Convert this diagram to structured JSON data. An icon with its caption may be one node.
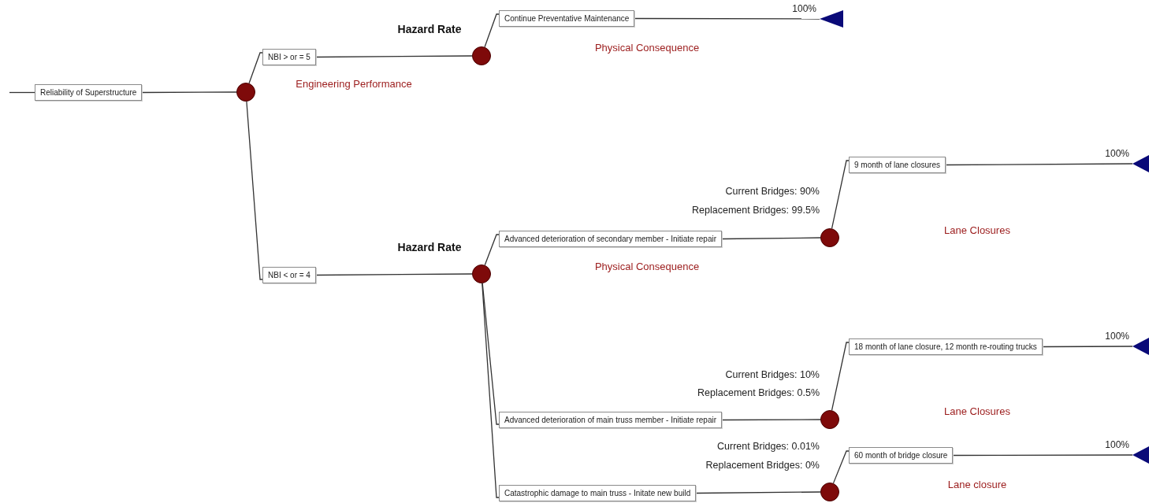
{
  "diagram": {
    "nodes": [
      {
        "text": [
          "Reliability of Superstructure"
        ]
      },
      {
        "text": [],
        "shape": "circle"
      },
      {
        "text": [
          "NBI > or = 5"
        ]
      },
      {
        "text": [
          "NBI < or = 4"
        ]
      },
      {
        "text": [],
        "shape": "circle"
      },
      {
        "text": [],
        "shape": "circle"
      },
      {
        "text": [
          "Continue Preventative Maintenance"
        ]
      },
      {
        "text": [],
        "shape": "triangle",
        "beside": [
          "100%"
        ]
      },
      {
        "text": [
          "Advanced deterioration of secondary member - Initiate repair"
        ]
      },
      {
        "text": [
          "Advanced deterioration of main truss member - Initiate repair"
        ]
      },
      {
        "text": [
          "Catastrophic damage to main truss - Initate new build"
        ]
      },
      {
        "text": [],
        "shape": "circle"
      },
      {
        "text": [],
        "shape": "circle"
      },
      {
        "text": [],
        "shape": "circle"
      },
      {
        "text": [
          "9 month of lane closures"
        ]
      },
      {
        "text": [
          "18 month of lane closure, 12 month re-routing trucks"
        ]
      },
      {
        "text": [
          "60 month of bridge closure"
        ]
      },
      {
        "text": [],
        "shape": "triangle",
        "beside": [
          "100%"
        ]
      },
      {
        "text": [],
        "shape": "triangle",
        "beside": [
          "100%"
        ]
      },
      {
        "text": [],
        "shape": "triangle",
        "beside": [
          "100%"
        ]
      }
    ],
    "edges": [
      {
        "from": null,
        "to": 0,
        "arrow": "none"
      },
      {
        "from": 0,
        "to": 1,
        "arrow": "none"
      },
      {
        "from": 1,
        "to": 2,
        "arrow": "none"
      },
      {
        "from": 1,
        "to": 3,
        "arrow": "none"
      },
      {
        "from": 2,
        "to": 4,
        "arrow": "none"
      },
      {
        "from": 3,
        "to": 5,
        "arrow": "none"
      },
      {
        "from": 4,
        "to": 6,
        "arrow": "none"
      },
      {
        "from": 6,
        "to": 7,
        "arrow": "none"
      },
      {
        "from": 5,
        "to": 8,
        "arrow": "none"
      },
      {
        "from": 5,
        "to": 9,
        "arrow": "none"
      },
      {
        "from": 5,
        "to": 10,
        "arrow": "none"
      },
      {
        "from": 8,
        "to": 11,
        "arrow": "none"
      },
      {
        "from": 9,
        "to": 12,
        "arrow": "none"
      },
      {
        "from": 10,
        "to": 13,
        "arrow": "none"
      },
      {
        "from": 11,
        "to": 14,
        "arrow": "none"
      },
      {
        "from": 12,
        "to": 15,
        "arrow": "none"
      },
      {
        "from": 13,
        "to": 16,
        "arrow": "none"
      },
      {
        "from": 14,
        "to": 17,
        "arrow": "none"
      },
      {
        "from": 15,
        "to": 18,
        "arrow": "none"
      },
      {
        "from": 16,
        "to": 19,
        "arrow": "none"
      }
    ],
    "labels": [
      "Hazard Rate",
      "Physical Consequence",
      "Engineering Performance",
      "Current Bridges: 90%",
      "Replacement Bridges: 99.5%",
      "Lane Closures",
      "Hazard Rate",
      "Physical Consequence",
      "Current Bridges: 10%",
      "Replacement Bridges: 0.5%",
      "Lane Closures",
      "Current Bridges: 0.01%",
      "Replacement Bridges: 0%",
      "Lane closure"
    ]
  }
}
